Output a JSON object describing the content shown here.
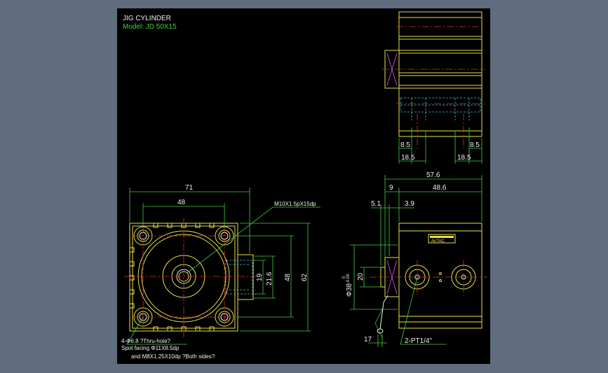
{
  "title": {
    "line1": "JIG CYLINDER",
    "line2": "Model: JD 50X15"
  },
  "front_view": {
    "dim_width": "71",
    "dim_bolt_spacing": "48",
    "dim_19": "19",
    "dim_21_6": "21.6",
    "dim_48_v": "48",
    "dim_62": "62",
    "rod_thread_note": "M10X1.5pX15dp",
    "hole_note_1": "4-Φ6.8  ?Thru-hole?",
    "hole_note_2": "Spot facing  Φ11X8.5dp",
    "hole_note_3": "and M8X1.25X10dp ?Both sides?"
  },
  "top_view": {
    "dim_8_5_left": "8.5",
    "dim_8_5_right": "8.5",
    "dim_18_5_left": "18.5",
    "dim_18_5_right": "18.5"
  },
  "side_view": {
    "dim_57_6": "57.6",
    "dim_9": "9",
    "dim_48_6": "48.6",
    "dim_5_1": "5.1",
    "dim_3_9": "3.9",
    "dim_20": "20",
    "dim_rod_dia": "Φ38",
    "dim_rod_tol_upper": "0",
    "dim_rod_tol_lower": "-0.05",
    "dim_17": "17",
    "port_note": "2-PT1/4\"",
    "nameplate": "AirTAC"
  },
  "colors": {
    "outline": "#e8e04a",
    "dimension": "#3fd23f",
    "text": "#f0f0f0",
    "centerline": "#e23030",
    "hidden": "#35c8d8",
    "canvas": "#000000",
    "background": "#5f6d7e"
  }
}
